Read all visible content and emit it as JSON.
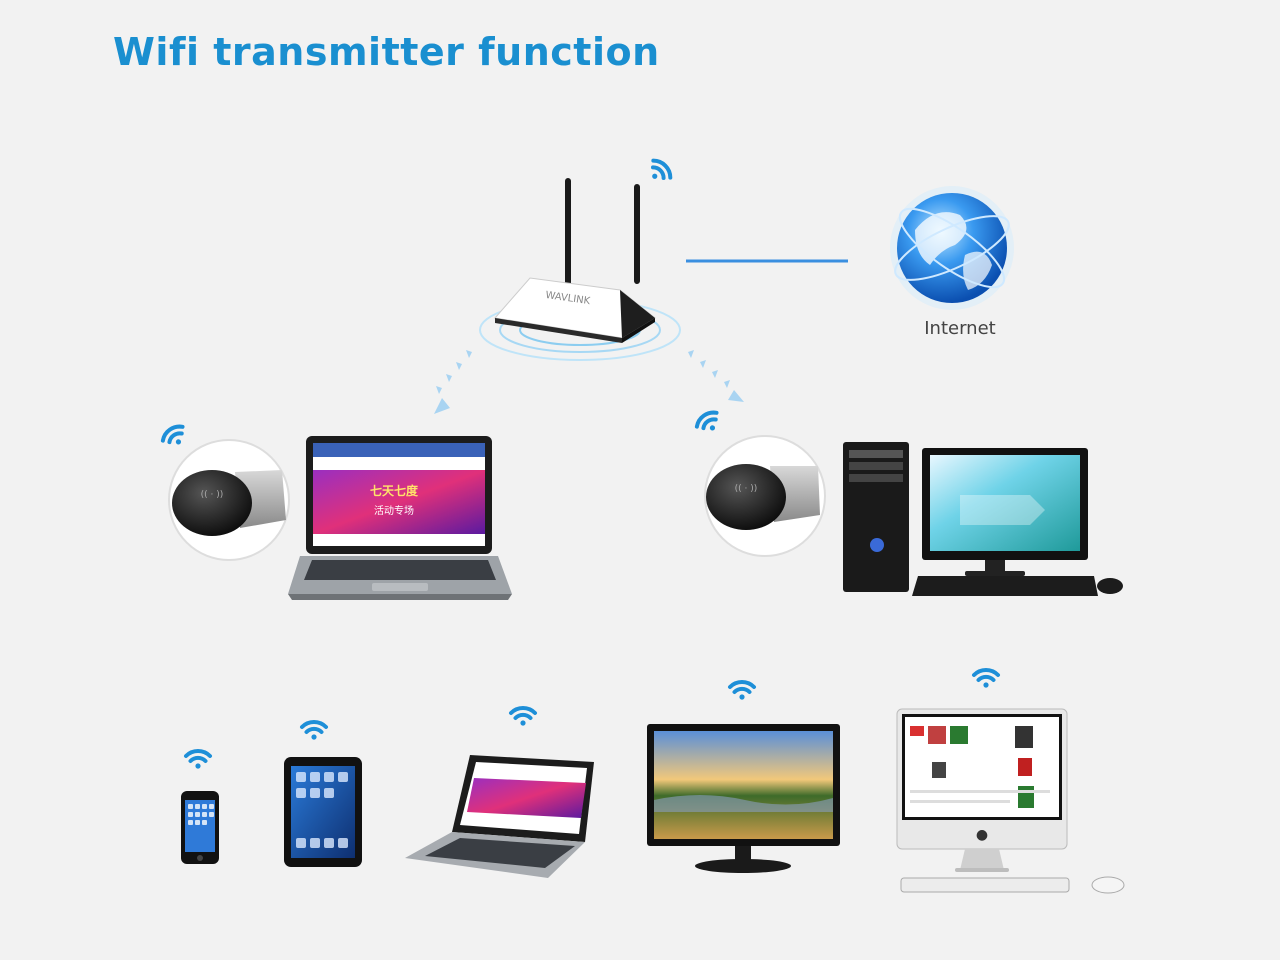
{
  "title": "Wifi transmitter function",
  "internet_label": "Internet",
  "router": {
    "brand": "WAVLINK"
  },
  "laptop_screen": {
    "banner": "七天七度",
    "sub": "活动专场"
  },
  "colors": {
    "title": "#1a8fd0",
    "wifi": "#1e8fd8",
    "link_line": "#3a8fe0",
    "background": "#f2f2f2"
  },
  "devices": [
    "router-device",
    "internet-globe",
    "laptop-device",
    "desktop-pc-device",
    "phone-device",
    "tablet-device",
    "small-laptop-device",
    "monitor-device",
    "imac-device"
  ]
}
